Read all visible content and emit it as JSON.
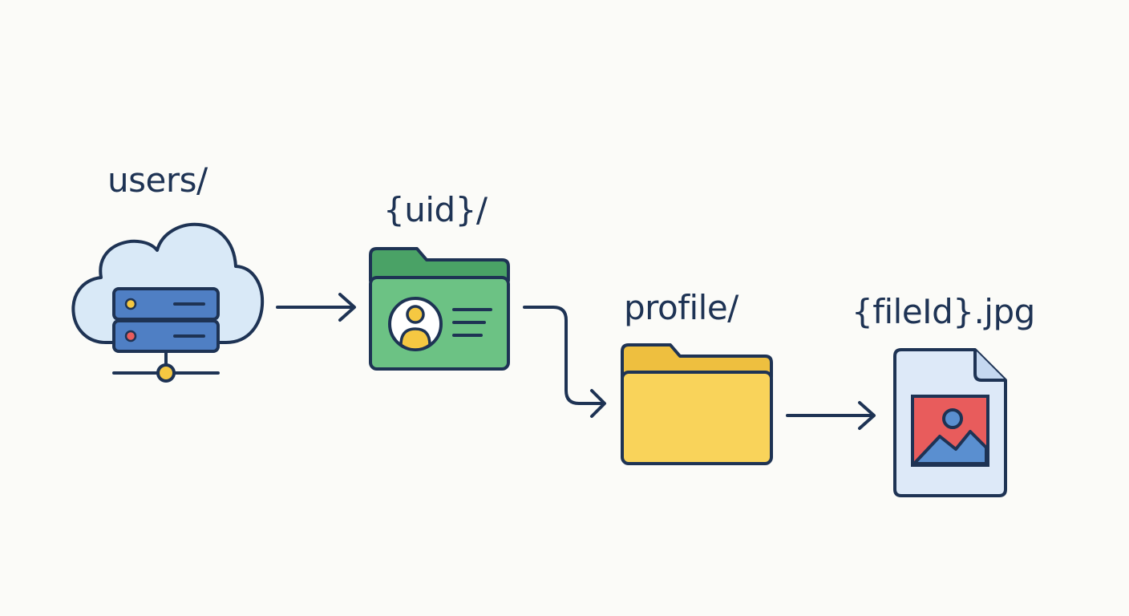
{
  "path_segments": [
    {
      "id": "users",
      "label": "users/",
      "icon": "cloud-server-icon"
    },
    {
      "id": "uid",
      "label": "{uid}/",
      "icon": "user-folder-icon"
    },
    {
      "id": "profile",
      "label": "profile/",
      "icon": "folder-icon"
    },
    {
      "id": "file",
      "label": "{fileId}.jpg",
      "icon": "image-file-icon"
    }
  ],
  "colors": {
    "stroke": "#1e3354",
    "background": "#fbfbf8",
    "cloud_fill": "#d9e9f7",
    "server_fill": "#4f7fc4",
    "green_folder": "#6cc284",
    "green_folder_tab": "#4aa266",
    "yellow_folder": "#f9d35a",
    "yellow_folder_tab": "#eebf3f",
    "image_red": "#e85c5c",
    "image_blue": "#5a8fd0",
    "accent_yellow": "#f5c842",
    "accent_red": "#e85c5c"
  }
}
